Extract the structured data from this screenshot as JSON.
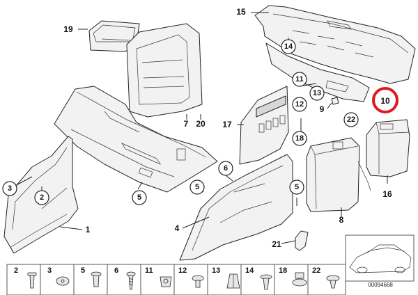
{
  "diagram": {
    "callouts": {
      "c1": "1",
      "c2": "2",
      "c3": "3",
      "c4": "4",
      "c5a": "5",
      "c5b": "5",
      "c5c": "5",
      "c6": "6",
      "c7": "7",
      "c8": "8",
      "c9": "9",
      "c10": "10",
      "c11": "11",
      "c12": "12",
      "c13": "13",
      "c14": "14",
      "c15": "15",
      "c16": "16",
      "c17": "17",
      "c18": "18",
      "c19": "19",
      "c20": "20",
      "c21": "21",
      "c22": "22"
    },
    "highlighted_callout": "10",
    "highlight_color": "#e0191e",
    "fastener_strip": [
      "2",
      "3",
      "5",
      "6",
      "11",
      "12",
      "13",
      "14",
      "18",
      "22"
    ],
    "reference_number": "00094668"
  }
}
